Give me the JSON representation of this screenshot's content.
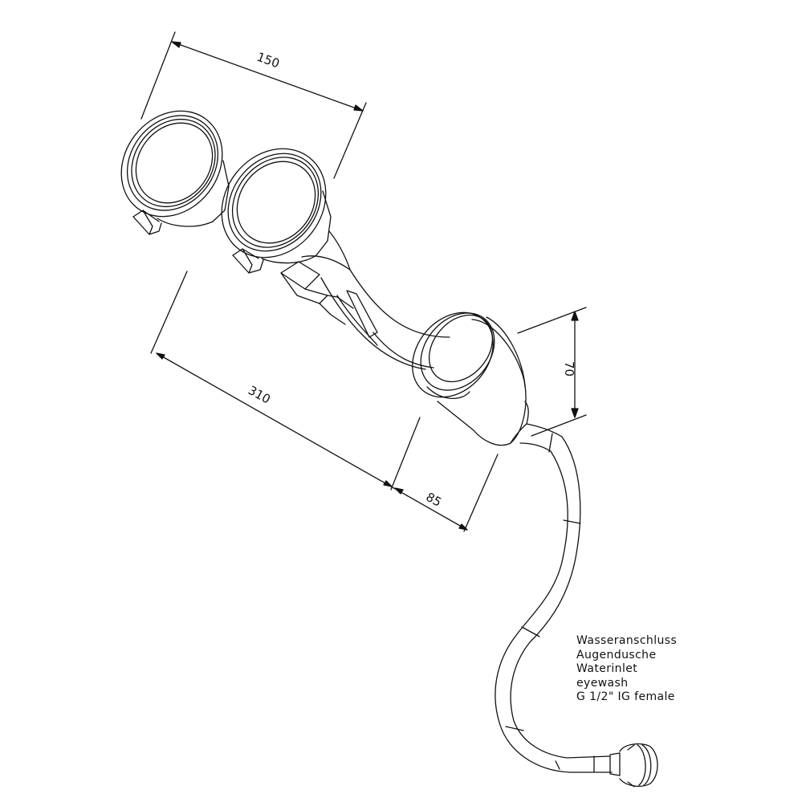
{
  "dimensions": {
    "width_top": "150",
    "length": "310",
    "offset": "85",
    "diameter": "70"
  },
  "caption": {
    "line1": "Wasseranschluss",
    "line2": "Augendusche",
    "line3": "Waterinlet",
    "line4": "eyewash",
    "line5": "G 1/2\" IG female"
  },
  "colors": {
    "line": "#111111",
    "background": "#ffffff"
  }
}
